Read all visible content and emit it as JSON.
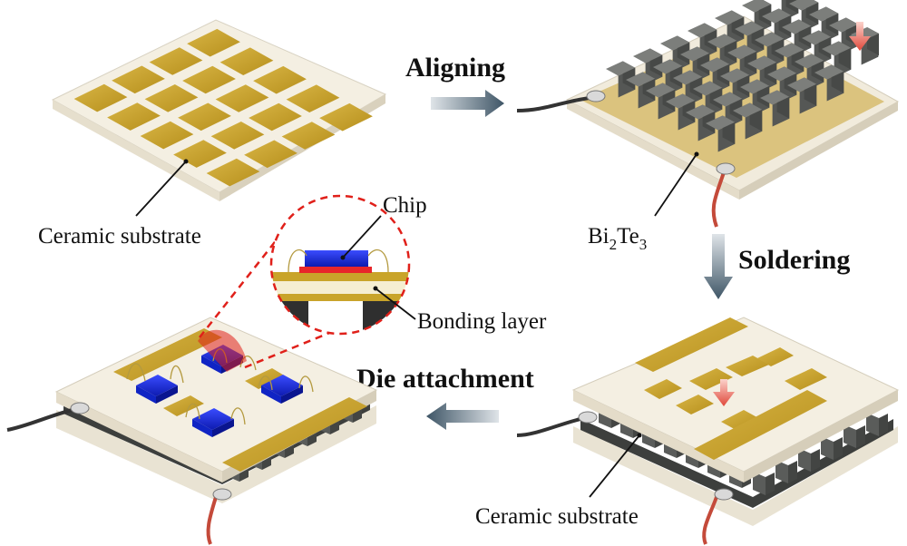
{
  "labels": {
    "ceramic_top": "Ceramic substrate",
    "bi2te3_main": "Bi",
    "bi2te3_sub1": "2",
    "bi2te3_mid": "Te",
    "bi2te3_sub2": "3",
    "chip": "Chip",
    "bonding": "Bonding layer",
    "ceramic_bottom": "Ceramic substrate"
  },
  "steps": {
    "aligning": "Aligning",
    "soldering": "Soldering",
    "die_attachment": "Die attachment"
  },
  "colors": {
    "gold": "#c9a42a",
    "ceramic": "#f3eee0",
    "cube": "#6b6d6a",
    "chip_blue": "#1a2fe0",
    "arrow_red": "#e0483a",
    "zoom_red": "#e0201a"
  }
}
